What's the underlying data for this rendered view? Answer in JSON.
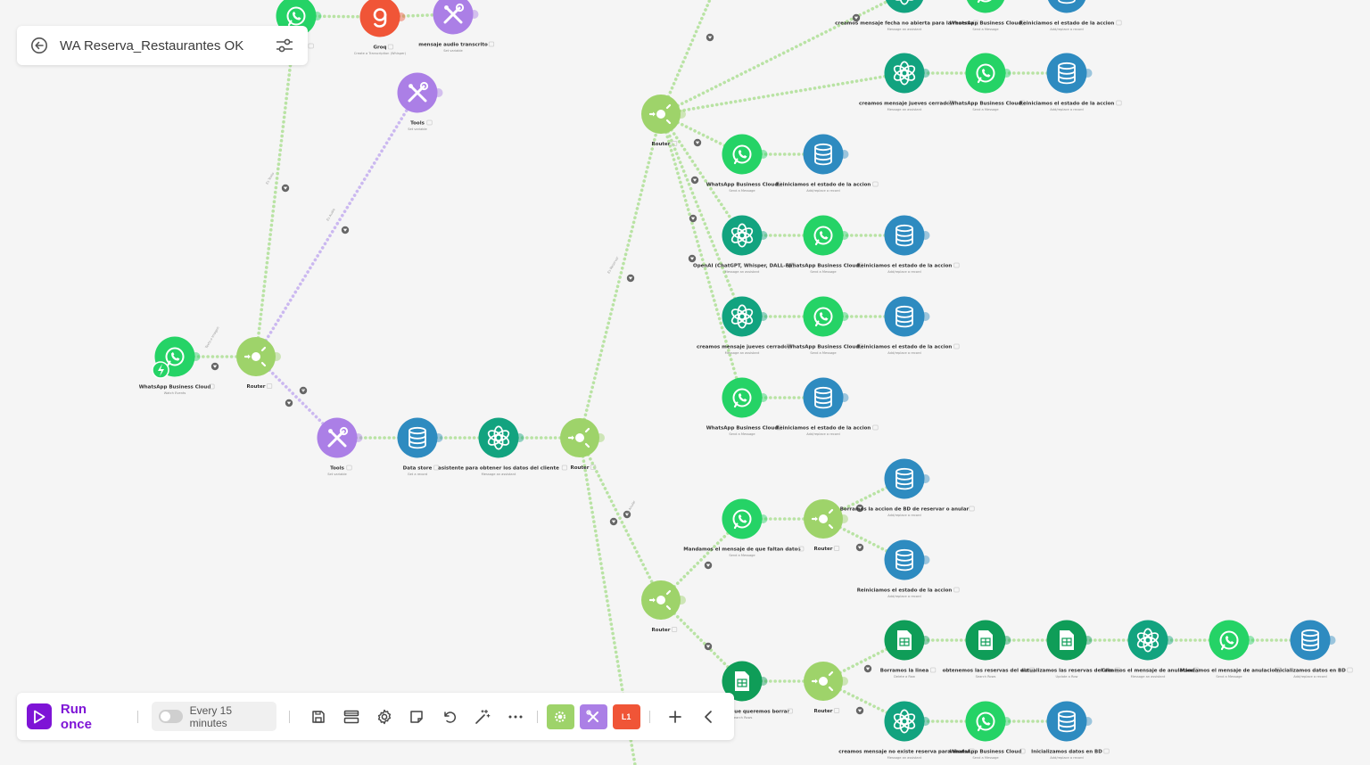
{
  "scenario": {
    "title": "WA Reserva_Restaurantes OK"
  },
  "toolbar": {
    "run_label": "Run once",
    "schedule_label": "Every 15 minutes",
    "flow_tool_c": "L1"
  },
  "colors": {
    "whatsapp": "#25d366",
    "router": "#9ed36a",
    "datastore": "#2e8bc0",
    "openai": "#12a37f",
    "tools": "#ab7fe6",
    "groq": "#f05537",
    "sheets": "#0f9d58",
    "accent": "#7e14d6",
    "link": "#b9e3a4"
  },
  "nodes": {
    "wa_top": {
      "label": "s Cloud",
      "icon": "whatsapp-icon"
    },
    "groq": {
      "label": "Groq",
      "sub": "Create a Transcription (Whisper)",
      "icon": "groq-icon"
    },
    "audio_tools": {
      "label": "mensaje audio transcrito",
      "sub": "Set variable",
      "icon": "tools-icon"
    },
    "tools_upper": {
      "label": "Tools",
      "sub": "Set variable",
      "icon": "tools-icon"
    },
    "wa_trigger": {
      "label": "WhatsApp Business Cloud",
      "sub": "Watch Events",
      "icon": "whatsapp-icon"
    },
    "router_main": {
      "label": "Router",
      "icon": "router-icon"
    },
    "tools_lower": {
      "label": "Tools",
      "sub": "Set variable",
      "icon": "tools-icon"
    },
    "datastore_lower": {
      "label": "Data store",
      "sub": "Get a record",
      "icon": "database-icon"
    },
    "gpt_client": {
      "label": "asistente para obtener los datos del cliente",
      "sub": "Message an assistant",
      "icon": "openai-icon"
    },
    "router_mid": {
      "label": "Router",
      "icon": "router-icon"
    },
    "router_top": {
      "label": "Router",
      "icon": "router-icon"
    },
    "router_bottom": {
      "label": "Router",
      "icon": "router-icon"
    },
    "r0_gpt": {
      "label": "creamos mensaje fecha no abierta para la reserva",
      "sub": "Message an assistant",
      "icon": "openai-icon"
    },
    "r0_wa": {
      "label": "WhatsApp Business Cloud",
      "sub": "Send a Message",
      "icon": "whatsapp-icon"
    },
    "r0_db": {
      "label": "Reiniciamos el estado de la accion",
      "sub": "Add/replace a record",
      "icon": "database-icon"
    },
    "r1_gpt": {
      "label": "creamos mensaje jueves cerrado",
      "sub": "Message an assistant",
      "icon": "openai-icon"
    },
    "r1_wa": {
      "label": "WhatsApp Business Cloud",
      "sub": "Send a Message",
      "icon": "whatsapp-icon"
    },
    "r1_db": {
      "label": "Reiniciamos el estado de la accion",
      "sub": "Add/replace a record",
      "icon": "database-icon"
    },
    "r2_wa": {
      "label": "WhatsApp Business Cloud",
      "sub": "Send a Message",
      "icon": "whatsapp-icon"
    },
    "r2_db": {
      "label": "Reiniciamos el estado de la accion",
      "sub": "Add/replace a record",
      "icon": "database-icon"
    },
    "r3_gpt": {
      "label": "OpenAI (ChatGPT, Whisper, DALL-E)",
      "sub": "Message an assistant",
      "icon": "openai-icon"
    },
    "r3_wa": {
      "label": "WhatsApp Business Cloud",
      "sub": "Send a Message",
      "icon": "whatsapp-icon"
    },
    "r3_db": {
      "label": "Reiniciamos el estado de la accion",
      "sub": "Add/replace a record",
      "icon": "database-icon"
    },
    "r4_gpt": {
      "label": "creamos mensaje jueves cerrado",
      "sub": "Message an assistant",
      "icon": "openai-icon"
    },
    "r4_wa": {
      "label": "WhatsApp Business Cloud",
      "sub": "Send a Message",
      "icon": "whatsapp-icon"
    },
    "r4_db": {
      "label": "Reiniciamos el estado de la accion",
      "sub": "Add/replace a record",
      "icon": "database-icon"
    },
    "r5_wa": {
      "label": "WhatsApp Business Cloud",
      "sub": "Send a Message",
      "icon": "whatsapp-icon"
    },
    "r5_db": {
      "label": "Reiniciamos el estado de la accion",
      "sub": "Add/replace a record",
      "icon": "database-icon"
    },
    "b0_wa": {
      "label": "Mandamos el mensaje de que faltan datos",
      "sub": "Send a Message",
      "icon": "whatsapp-icon"
    },
    "b0_router": {
      "label": "Router",
      "icon": "router-icon"
    },
    "b0_db_a": {
      "label": "Borramos la accion de BD de reservar o anular",
      "sub": "Add/replace a record",
      "icon": "database-icon"
    },
    "b0_db_b": {
      "label": "Reiniciamos el estado de la accion",
      "sub": "Add/replace a record",
      "icon": "database-icon"
    },
    "b1_sheet": {
      "label": "Buscamos la que queremos borrar",
      "sub": "Search Rows",
      "icon": "sheets-icon"
    },
    "b1_router": {
      "label": "Router",
      "icon": "router-icon"
    },
    "s1": {
      "label": "Borramos la linea",
      "sub": "Delete a Row",
      "icon": "sheets-icon"
    },
    "s2": {
      "label": "obtenemos las reservas del dia",
      "sub": "Search Rows",
      "icon": "sheets-icon"
    },
    "s3": {
      "label": "actualizamos las reservas del dia",
      "sub": "Update a Row",
      "icon": "sheets-icon"
    },
    "s4": {
      "label": "Creamos el mensaje de anulacion",
      "sub": "Message an assistant",
      "icon": "openai-icon"
    },
    "s5": {
      "label": "Mandamos el mensaje de anulacion",
      "sub": "Send a Message",
      "icon": "whatsapp-icon"
    },
    "s6": {
      "label": "Inicializamos datos en BD",
      "sub": "Add/replace a record",
      "icon": "database-icon"
    },
    "t1": {
      "label": "creamos mensaje no existe reserva para anular",
      "sub": "Message an assistant",
      "icon": "openai-icon"
    },
    "t2": {
      "label": "WhatsApp Business Cloud",
      "sub": "Send a Message",
      "icon": "whatsapp-icon"
    },
    "t3": {
      "label": "Inicializamos datos en BD",
      "sub": "Add/replace a record",
      "icon": "database-icon"
    }
  },
  "route_labels": {
    "main_to_top": "Es Texto",
    "main_to_tools_upper": "Es Audio",
    "main_to_tools_lower": "Si",
    "trigger_to_router": "Texto o Imagen",
    "mid_to_top": "Es Reservar",
    "mid_to_bottom": "Es Anular"
  }
}
